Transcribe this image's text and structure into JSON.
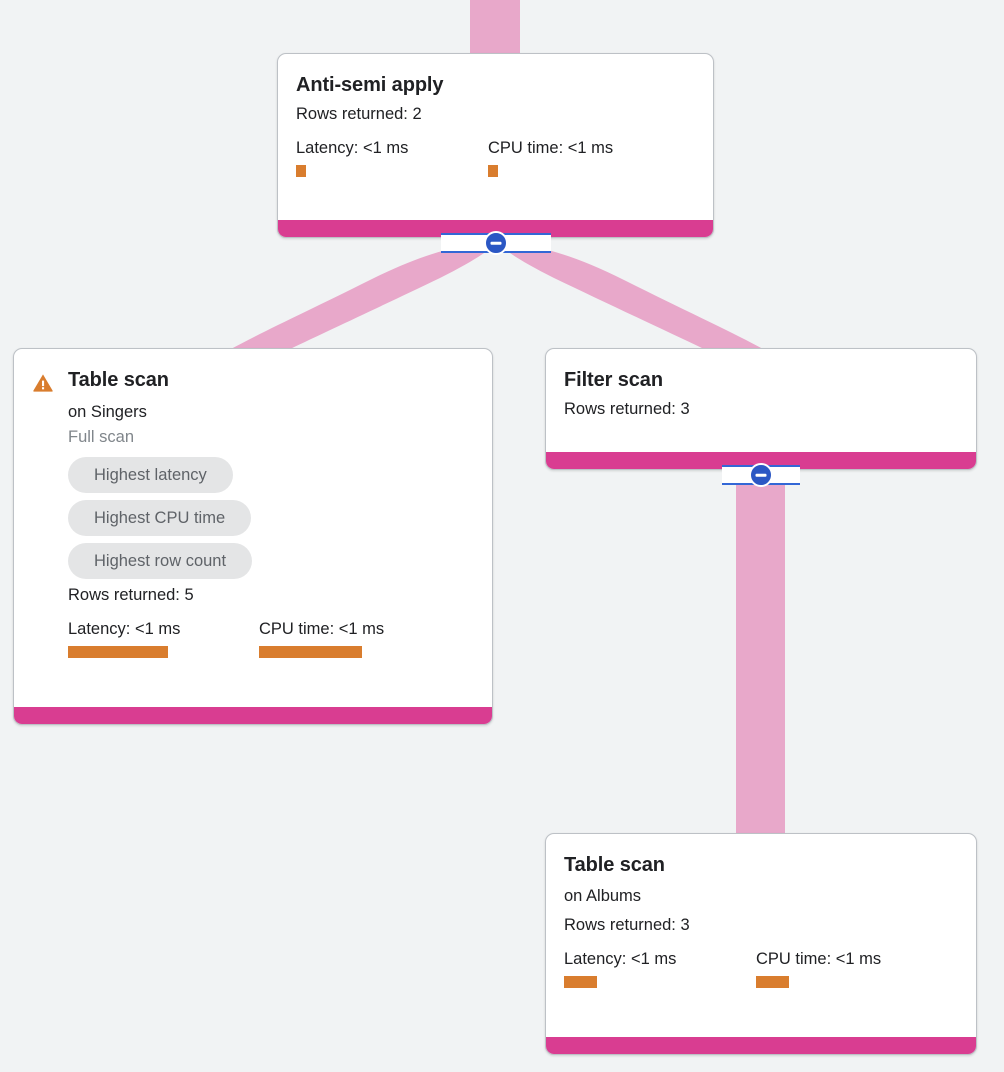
{
  "theme": {
    "background": "#f1f3f4",
    "card_background": "#ffffff",
    "card_border": "#bdc1c6",
    "footer_bar": "#d93d91",
    "edge_ribbon": "#e8a8ca",
    "metric_bar": "#d97d2e",
    "warning_icon": "#d97d2e",
    "pill_background": "#e4e5e6",
    "pill_text": "#5f6368",
    "toggle_blue": "#2b57c4",
    "rail_blue": "#3367d6"
  },
  "nodes": [
    {
      "id": "anti-semi-apply",
      "title": "Anti-semi apply",
      "rows_returned": "Rows returned: 2",
      "latency_label": "Latency: <1 ms",
      "cpu_label": "CPU time: <1 ms",
      "latency_bar_width": 10,
      "cpu_bar_width": 10
    },
    {
      "id": "table-scan-singers",
      "title": "Table scan",
      "warning_icon": "warning-triangle-icon",
      "target": "on Singers",
      "scan_type": "Full scan",
      "pills": [
        "Highest latency",
        "Highest CPU time",
        "Highest row count"
      ],
      "rows_returned": "Rows returned: 5",
      "latency_label": "Latency: <1 ms",
      "cpu_label": "CPU time: <1 ms",
      "latency_bar_width": 100,
      "cpu_bar_width": 103
    },
    {
      "id": "filter-scan",
      "title": "Filter scan",
      "rows_returned": "Rows returned: 3"
    },
    {
      "id": "table-scan-albums",
      "title": "Table scan",
      "target": "on Albums",
      "rows_returned": "Rows returned: 3",
      "latency_label": "Latency: <1 ms",
      "cpu_label": "CPU time: <1 ms",
      "latency_bar_width": 33,
      "cpu_bar_width": 33
    }
  ],
  "toggles": [
    {
      "id": "collapse-anti-semi-apply",
      "state": "expanded",
      "icon": "minus-circle-icon"
    },
    {
      "id": "collapse-filter-scan",
      "state": "expanded",
      "icon": "minus-circle-icon"
    }
  ]
}
